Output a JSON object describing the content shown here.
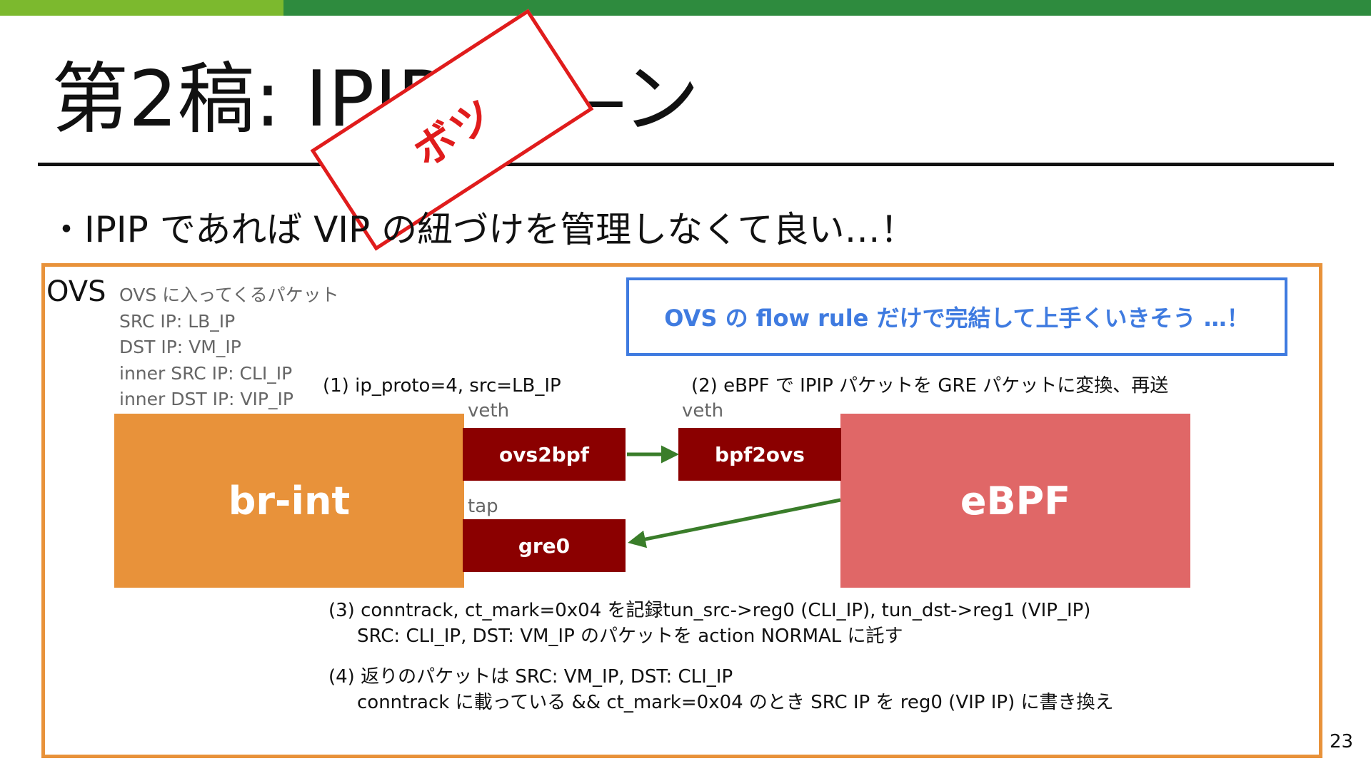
{
  "colors": {
    "topbar_light": "#7cb92e",
    "topbar_dark": "#2e8b3e",
    "frame": "#e8923a",
    "callout": "#3f7be0",
    "stamp": "#e01c1c",
    "port": "#8b0000",
    "ebpf": "#e06767",
    "br_int": "#e8923a",
    "arrow": "#3a7d2a"
  },
  "slide": {
    "title": "第2稿: IPIP ――ン",
    "stamp": "ボツ",
    "bullet": "・IPIP であれば VIP の紐づけを管理しなくて良い…！",
    "page_number": "23"
  },
  "diagram": {
    "frame_label": "OVS",
    "packet_info": [
      "OVS に入ってくるパケット",
      "SRC IP: LB_IP",
      "DST IP: VM_IP",
      "inner SRC IP: CLI_IP",
      "inner DST IP: VIP_IP"
    ],
    "callout": "OVS の flow rule だけで完結して上手くいきそう …！",
    "step1": "(1)   ip_proto=4, src=LB_IP",
    "step2": "(2) eBPF で IPIP パケットを GRE パケットに変換、再送",
    "step3_line1": "(3) conntrack, ct_mark=0x04 を記録tun_src->reg0 (CLI_IP), tun_dst->reg1 (VIP_IP)",
    "step3_line2": "SRC: CLI_IP, DST: VM_IP のパケットを action NORMAL に託す",
    "step4_line1": "(4) 返りのパケットは SRC: VM_IP,  DST: CLI_IP",
    "step4_line2": "conntrack に載っている && ct_mark=0x04 のとき SRC IP を reg0 (VIP IP) に書き換え",
    "veth_label_left": "veth",
    "veth_label_right": "veth",
    "tap_label": "tap",
    "br_int": "br-int",
    "ebpf": "eBPF",
    "port_ovs2bpf": "ovs2bpf",
    "port_bpf2ovs": "bpf2ovs",
    "port_gre0": "gre0"
  }
}
